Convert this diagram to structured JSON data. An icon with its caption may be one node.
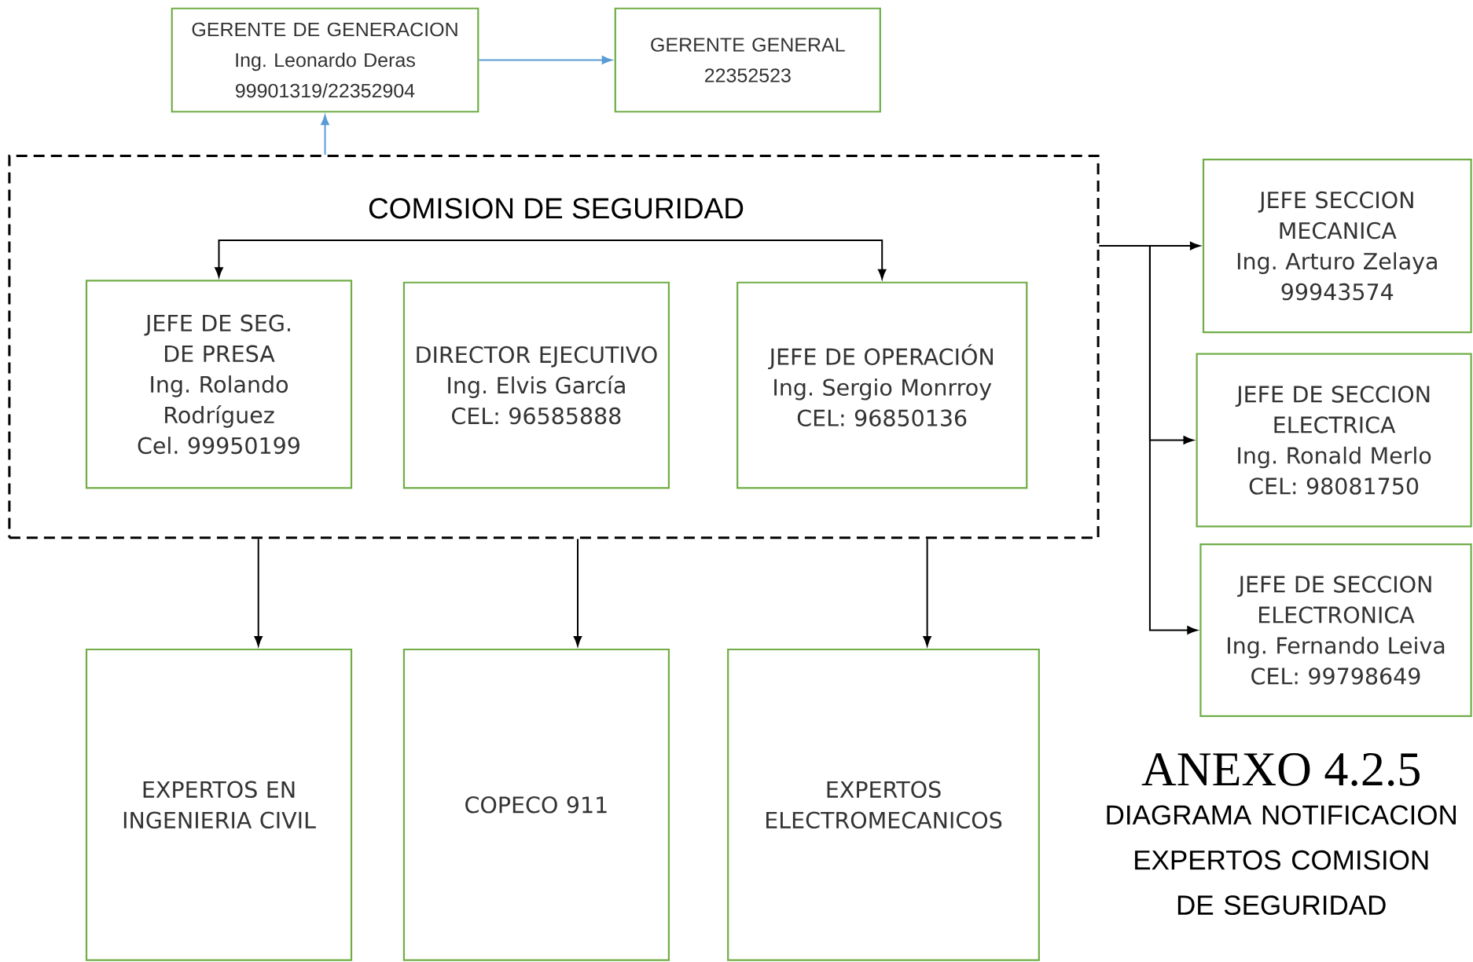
{
  "diagram": {
    "title": "ANEXO 4.2.5",
    "caption": "DIAGRAMA NOTIFICACION EXPERTOS COMISION DE SEGURIDAD",
    "nodes": [
      {
        "text": [
          "GERENTE DE GENERACION",
          "Ing. Leonardo Deras",
          "99901319/22352904"
        ]
      },
      {
        "text": [
          "GERENTE GENERAL",
          "22352523"
        ]
      },
      {
        "text": [
          "COMISION DE SEGURIDAD"
        ]
      },
      {
        "text": [
          "JEFE DE SEG. DE PRESA",
          "Ing. Rolando Rodríguez",
          "Cel. 99950199"
        ],
        "in": 2
      },
      {
        "text": [
          "DIRECTOR EJECUTIVO",
          "Ing. Elvis García",
          "CEL: 96585888"
        ],
        "in": 2
      },
      {
        "text": [
          "JEFE DE OPERACIÓN",
          "Ing. Sergio Monrroy",
          "CEL: 96850136"
        ],
        "in": 2
      },
      {
        "text": [
          "JEFE SECCION MECANICA",
          "Ing. Arturo Zelaya",
          "99943574"
        ]
      },
      {
        "text": [
          "JEFE DE SECCION ELECTRICA",
          "Ing. Ronald Merlo",
          "CEL: 98081750"
        ]
      },
      {
        "text": [
          "JEFE DE SECCION ELECTRONICA",
          "Ing. Fernando Leiva",
          "CEL: 99798649"
        ]
      },
      {
        "text": [
          "EXPERTOS EN INGENIERIA CIVIL"
        ]
      },
      {
        "text": [
          "COPECO 911"
        ]
      },
      {
        "text": [
          "EXPERTOS ELECTROMECANICOS"
        ]
      }
    ],
    "edges": [
      {
        "from": 0,
        "to": 1,
        "arrow": "to",
        "color": "#5b9bd5"
      },
      {
        "from": 2,
        "to": 0,
        "arrow": "to",
        "color": "#5b9bd5"
      },
      {
        "from": 3,
        "to": 5,
        "arrow": "both"
      },
      {
        "from": 2,
        "to": 6,
        "arrow": "to"
      },
      {
        "from": 2,
        "to": 7,
        "arrow": "to"
      },
      {
        "from": 2,
        "to": 8,
        "arrow": "to"
      },
      {
        "from": 2,
        "to": 9,
        "arrow": "to"
      },
      {
        "from": 2,
        "to": 10,
        "arrow": "to"
      },
      {
        "from": 2,
        "to": 11,
        "arrow": "to"
      }
    ]
  }
}
